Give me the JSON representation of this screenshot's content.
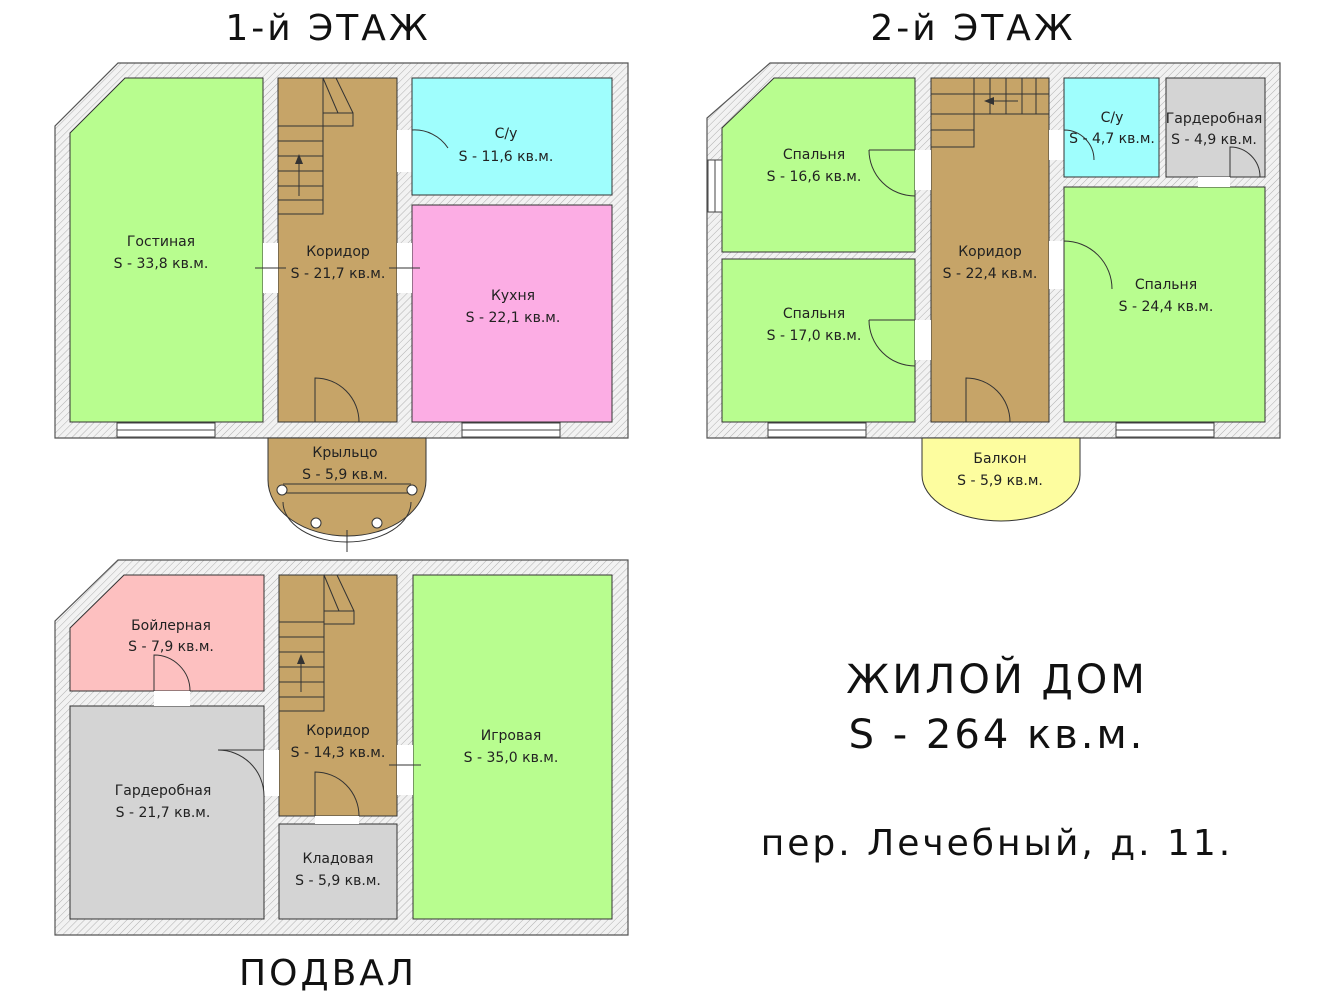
{
  "titles": {
    "floor1": "1-й ЭТАЖ",
    "floor2": "2-й ЭТАЖ",
    "basement": "ПОДВАЛ"
  },
  "summary": {
    "line1": "ЖИЛОЙ ДОМ",
    "line2": "S - 264 кв.м.",
    "address": "пер. Лечебный, д. 11."
  },
  "colors": {
    "green": "#b8fd8f",
    "brown": "#c6a468",
    "cyan": "#9ffefd",
    "pink": "#fcade4",
    "salmon": "#fdc0c0",
    "gray": "#d4d4d4",
    "yellow": "#fdfd9f"
  },
  "floor1": {
    "living": {
      "name": "Гостиная",
      "area": "S - 33,8 кв.м."
    },
    "corridor": {
      "name": "Коридор",
      "area": "S - 21,7 кв.м."
    },
    "bath": {
      "name": "С/у",
      "area": "S - 11,6 кв.м."
    },
    "kitchen": {
      "name": "Кухня",
      "area": "S - 22,1 кв.м."
    },
    "porch": {
      "name": "Крыльцо",
      "area": "S - 5,9 кв.м."
    }
  },
  "floor2": {
    "bedroom1": {
      "name": "Спальня",
      "area": "S - 16,6 кв.м."
    },
    "bedroom2": {
      "name": "Спальня",
      "area": "S - 17,0 кв.м."
    },
    "corridor": {
      "name": "Коридор",
      "area": "S - 22,4 кв.м."
    },
    "bath": {
      "name": "С/у",
      "area": "S - 4,7 кв.м."
    },
    "wardrobe": {
      "name": "Гардеробная",
      "area": "S - 4,9 кв.м."
    },
    "bedroom3": {
      "name": "Спальня",
      "area": "S - 24,4 кв.м."
    },
    "balcony": {
      "name": "Балкон",
      "area": "S - 5,9 кв.м."
    }
  },
  "basement": {
    "boiler": {
      "name": "Бойлерная",
      "area": "S - 7,9 кв.м."
    },
    "wardrobe": {
      "name": "Гардеробная",
      "area": "S - 21,7 кв.м."
    },
    "corridor": {
      "name": "Коридор",
      "area": "S - 14,3 кв.м."
    },
    "storage": {
      "name": "Кладовая",
      "area": "S - 5,9 кв.м."
    },
    "playroom": {
      "name": "Игровая",
      "area": "S - 35,0 кв.м."
    }
  }
}
